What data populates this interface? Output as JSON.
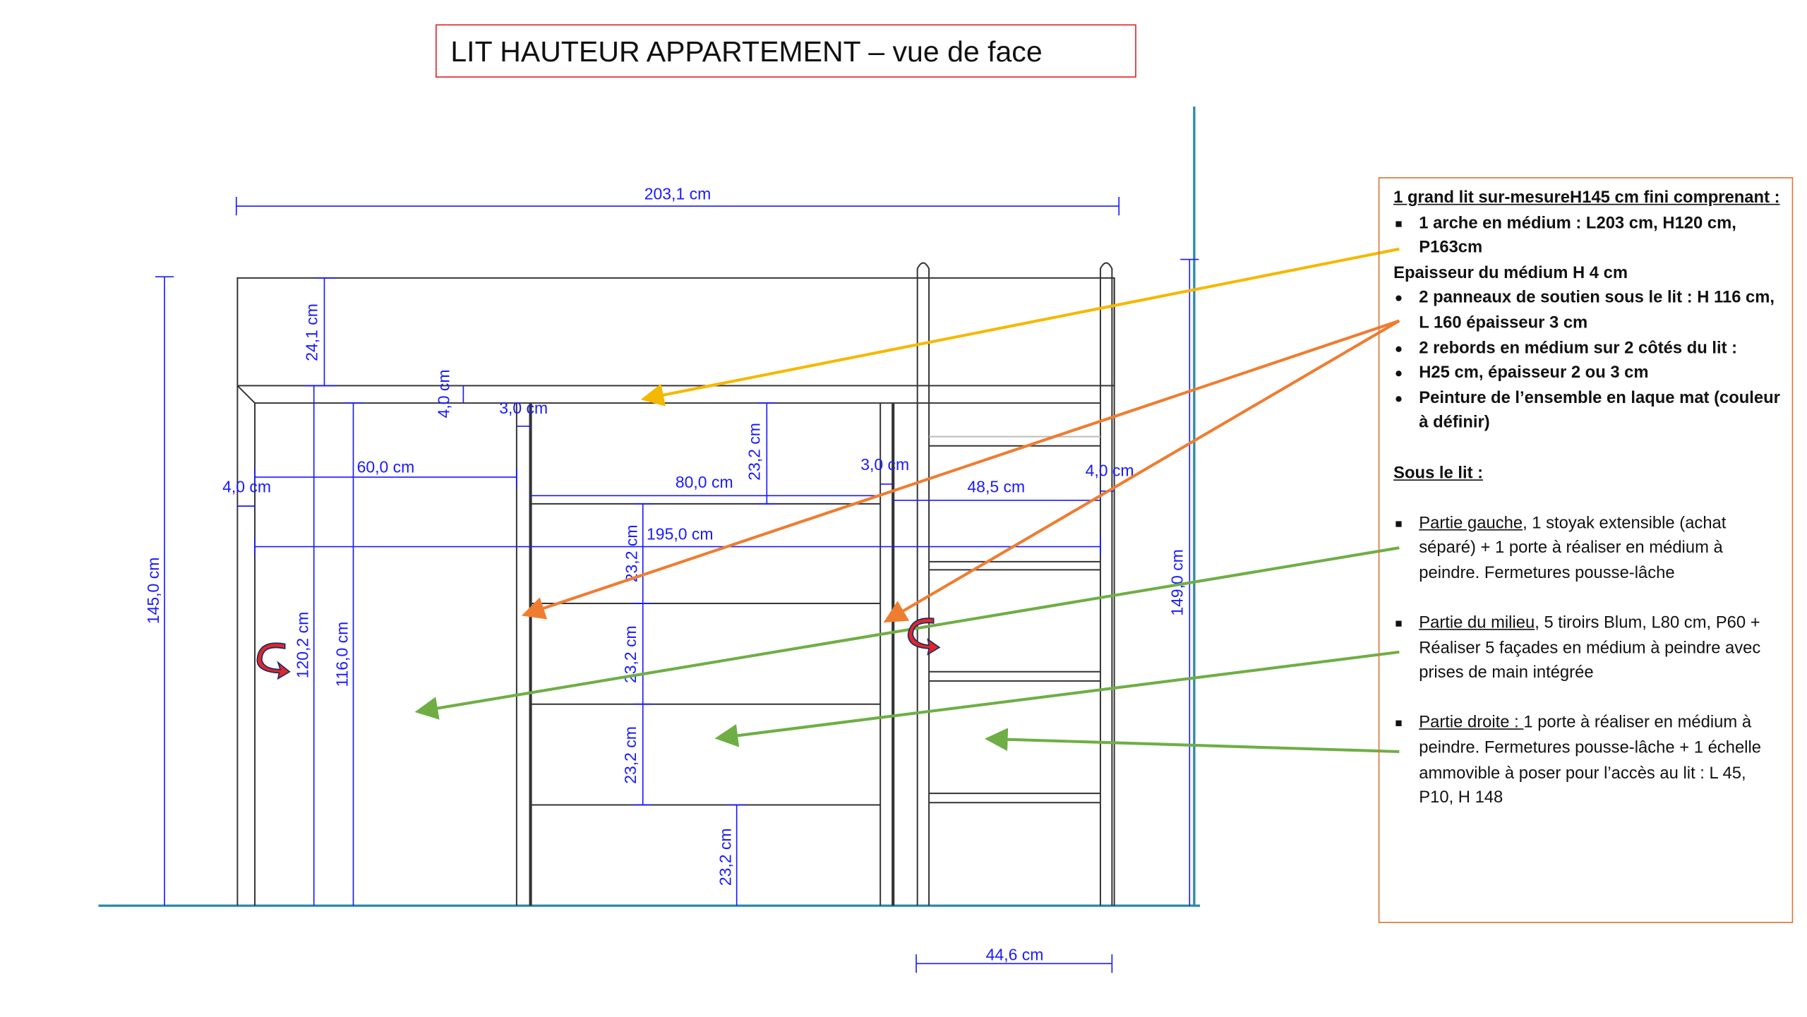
{
  "title": "LIT HAUTEUR APPARTEMENT – vue de face",
  "colors": {
    "dimension": "#1a1aff",
    "ground": "#2a8aa8",
    "yellow_arrow": "#f5b800",
    "orange_arrow": "#ee7d31",
    "green_arrow": "#6fae45",
    "red_arrow": "#e0262b"
  },
  "dimensions": {
    "total_width": "203,1 cm",
    "total_height": "145,0 cm",
    "top_board_height": "24,1 cm",
    "arch_height": "120,2 cm",
    "under_height": "116,0 cm",
    "arch_thickness": "4,0 cm",
    "left_panel_thickness": "3,0 cm",
    "left_section_width": "60,0 cm",
    "left_leg_width": "4,0 cm",
    "middle_width": "80,0 cm",
    "top_drawer_height": "23,2 cm",
    "right_panel_thickness": "3,0 cm",
    "right_section_width": "48,5 cm",
    "right_leg_width": "4,0 cm",
    "inner_width": "195,0 cm",
    "drawer2": "23,2 cm",
    "drawer3": "23,2 cm",
    "drawer4": "23,2 cm",
    "drawer5": "23,2 cm",
    "ladder_height": "149,0 cm",
    "ladder_width": "44,6 cm"
  },
  "panel": {
    "heading": "1 grand lit sur-mesureH145 cm fini comprenant :",
    "item1": "1 arche en médium : L203 cm, H120 cm, P163cm",
    "thickness_note": "Epaisseur du médium H 4 cm",
    "item2": "2 panneaux de soutien sous le lit : H 116 cm, L 160 épaisseur 3 cm",
    "item3": "2 rebords en médium sur 2 côtés du lit :",
    "item4": "H25 cm, épaisseur 2 ou 3 cm",
    "item5": "Peinture de l’ensemble en laque mat (couleur à définir)",
    "under_heading": "Sous le lit :",
    "left_label": "Partie  gauche",
    "left_text": ", 1 stoyak extensible (achat séparé) + 1 porte à réaliser en médium à peindre. Fermetures pousse-lâche",
    "middle_label": "Partie du milieu",
    "middle_text": ", 5 tiroirs Blum, L80 cm, P60  + Réaliser 5 façades en médium à peindre avec prises de main intégrée",
    "right_label": "Partie droite : ",
    "right_text": "1 porte à réaliser en médium à peindre. Fermetures pousse-lâche + 1 échelle ammovible à poser pour l’accès au lit : L 45, P10, H 148"
  }
}
